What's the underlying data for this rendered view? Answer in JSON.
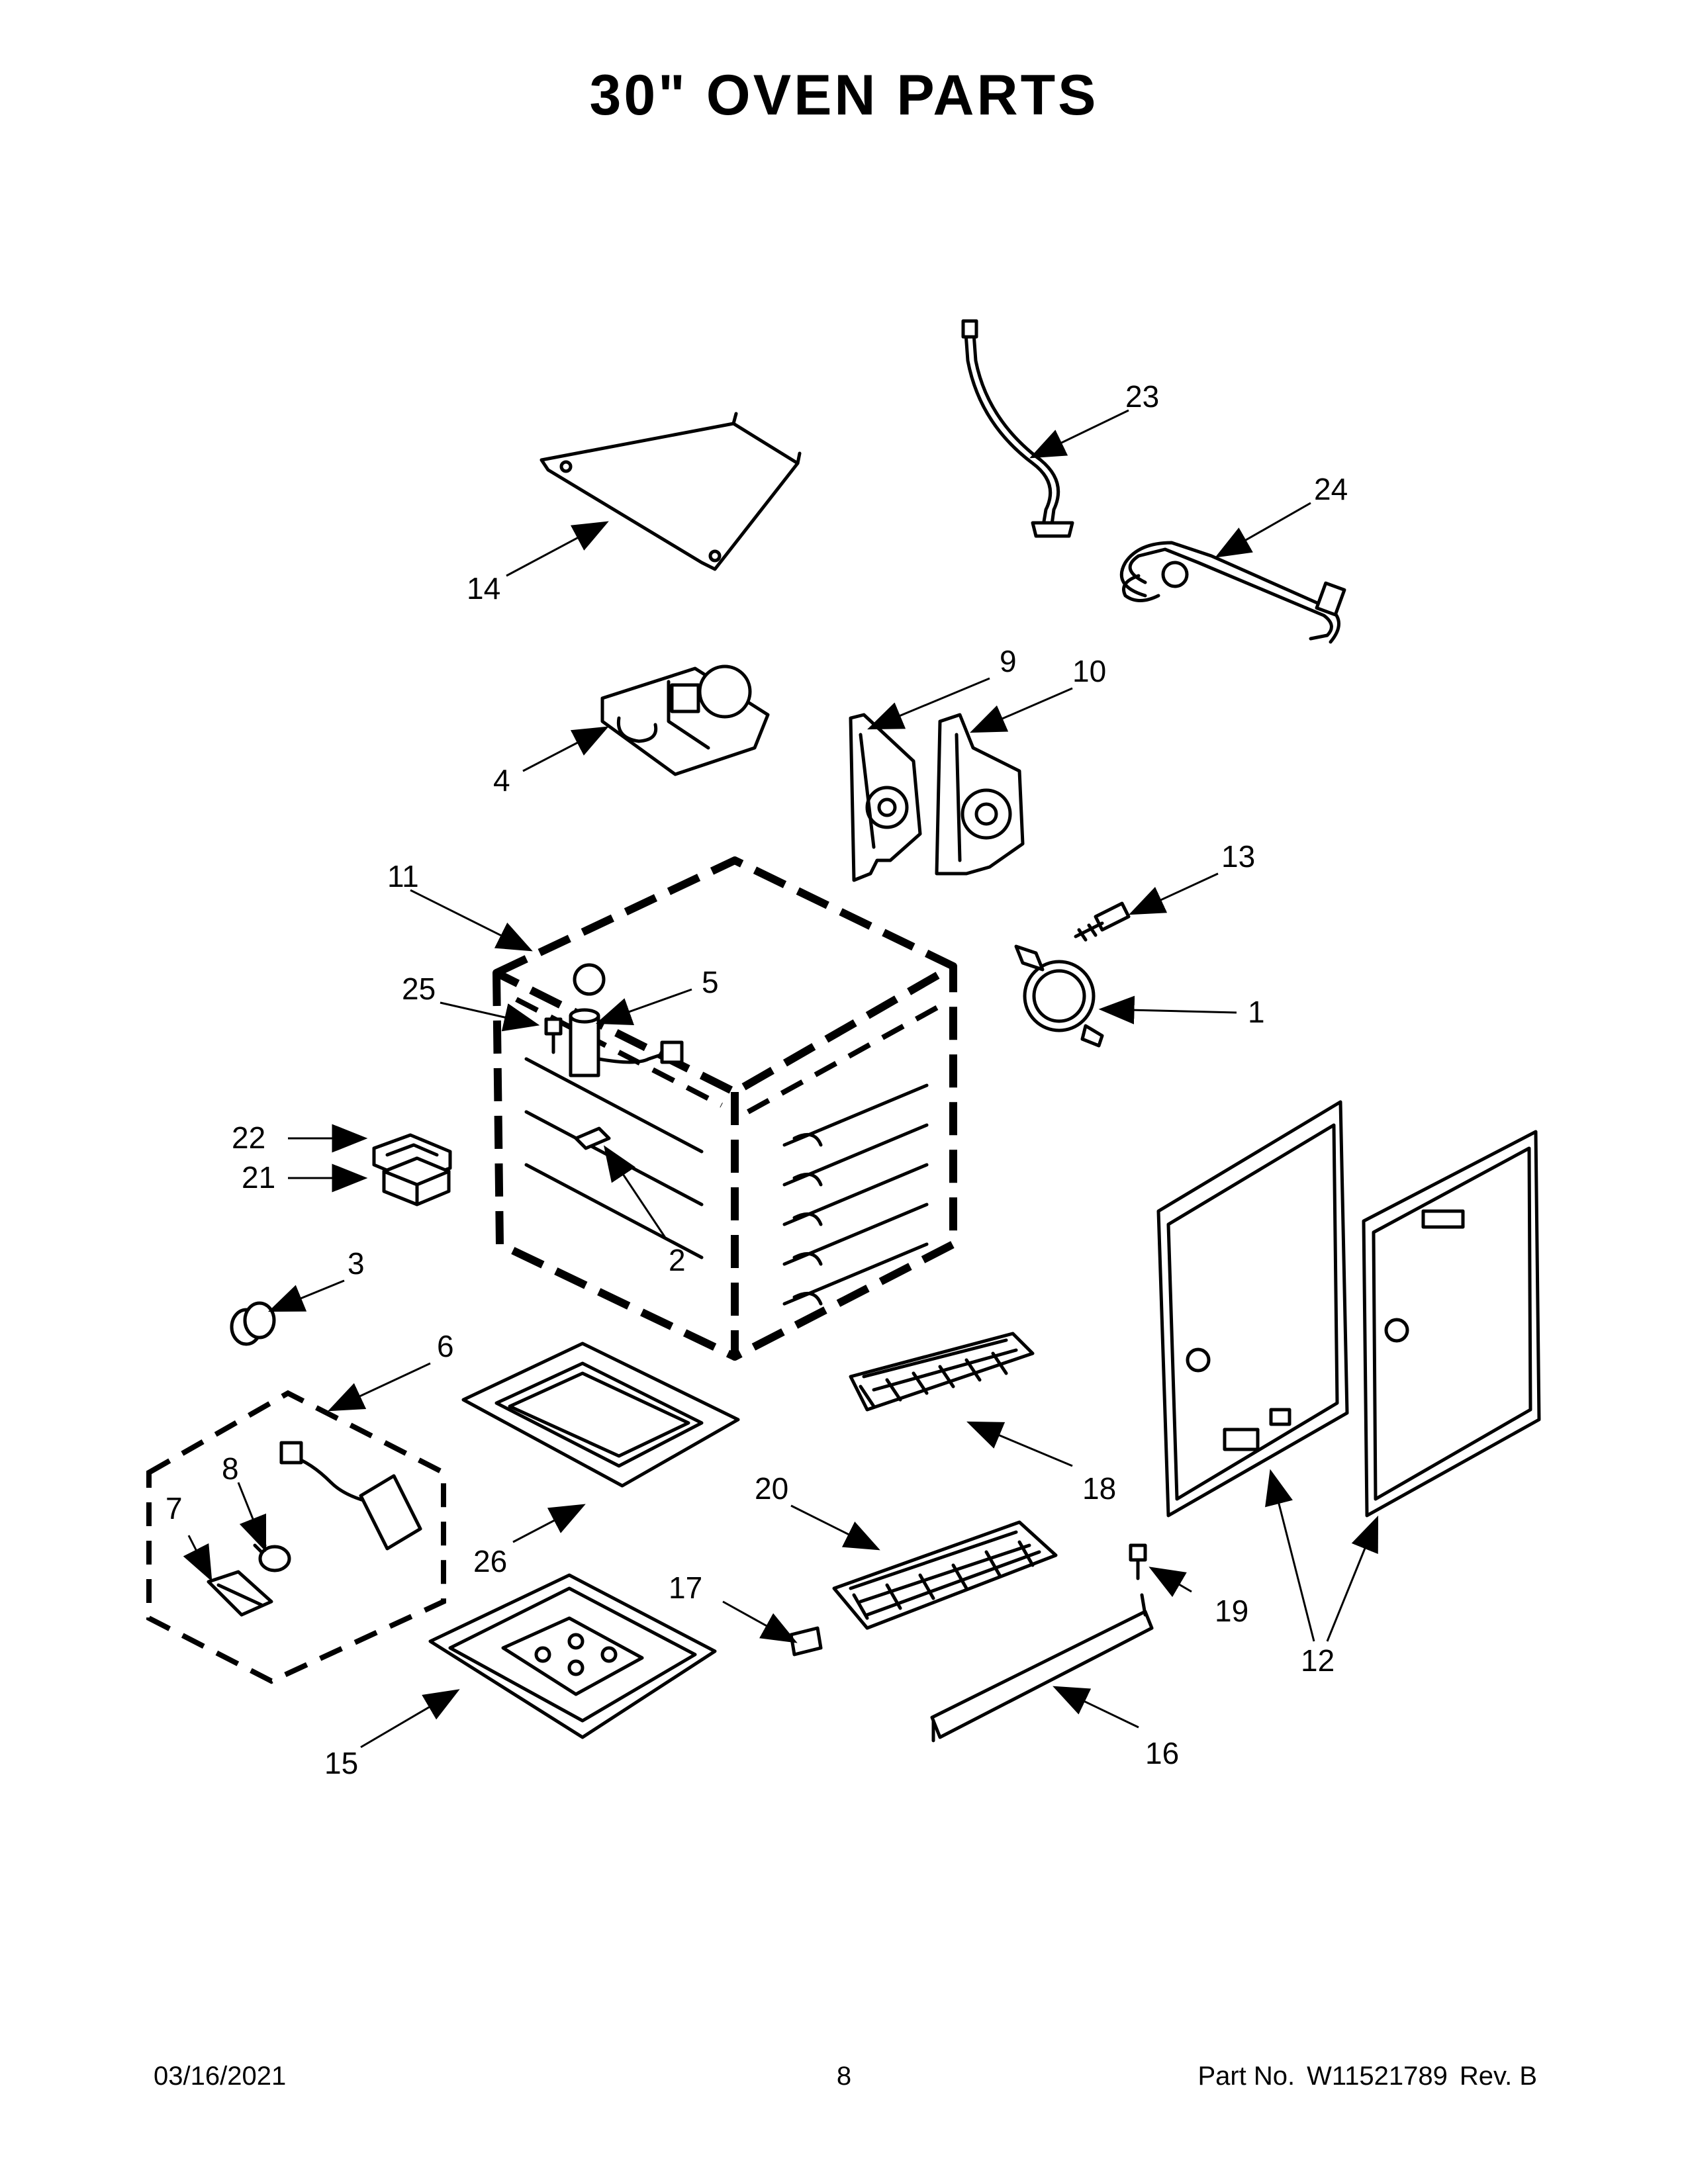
{
  "title": "30\" OVEN PARTS",
  "callouts": [
    "1",
    "2",
    "3",
    "4",
    "5",
    "6",
    "7",
    "8",
    "9",
    "10",
    "11",
    "12",
    "13",
    "14",
    "15",
    "16",
    "17",
    "18",
    "19",
    "20",
    "21",
    "22",
    "23",
    "24",
    "25",
    "26"
  ],
  "footer": {
    "date": "03/16/2021",
    "page": "8",
    "part_label": "Part No.",
    "part_number": "W11521789",
    "revision": "Rev. B"
  }
}
